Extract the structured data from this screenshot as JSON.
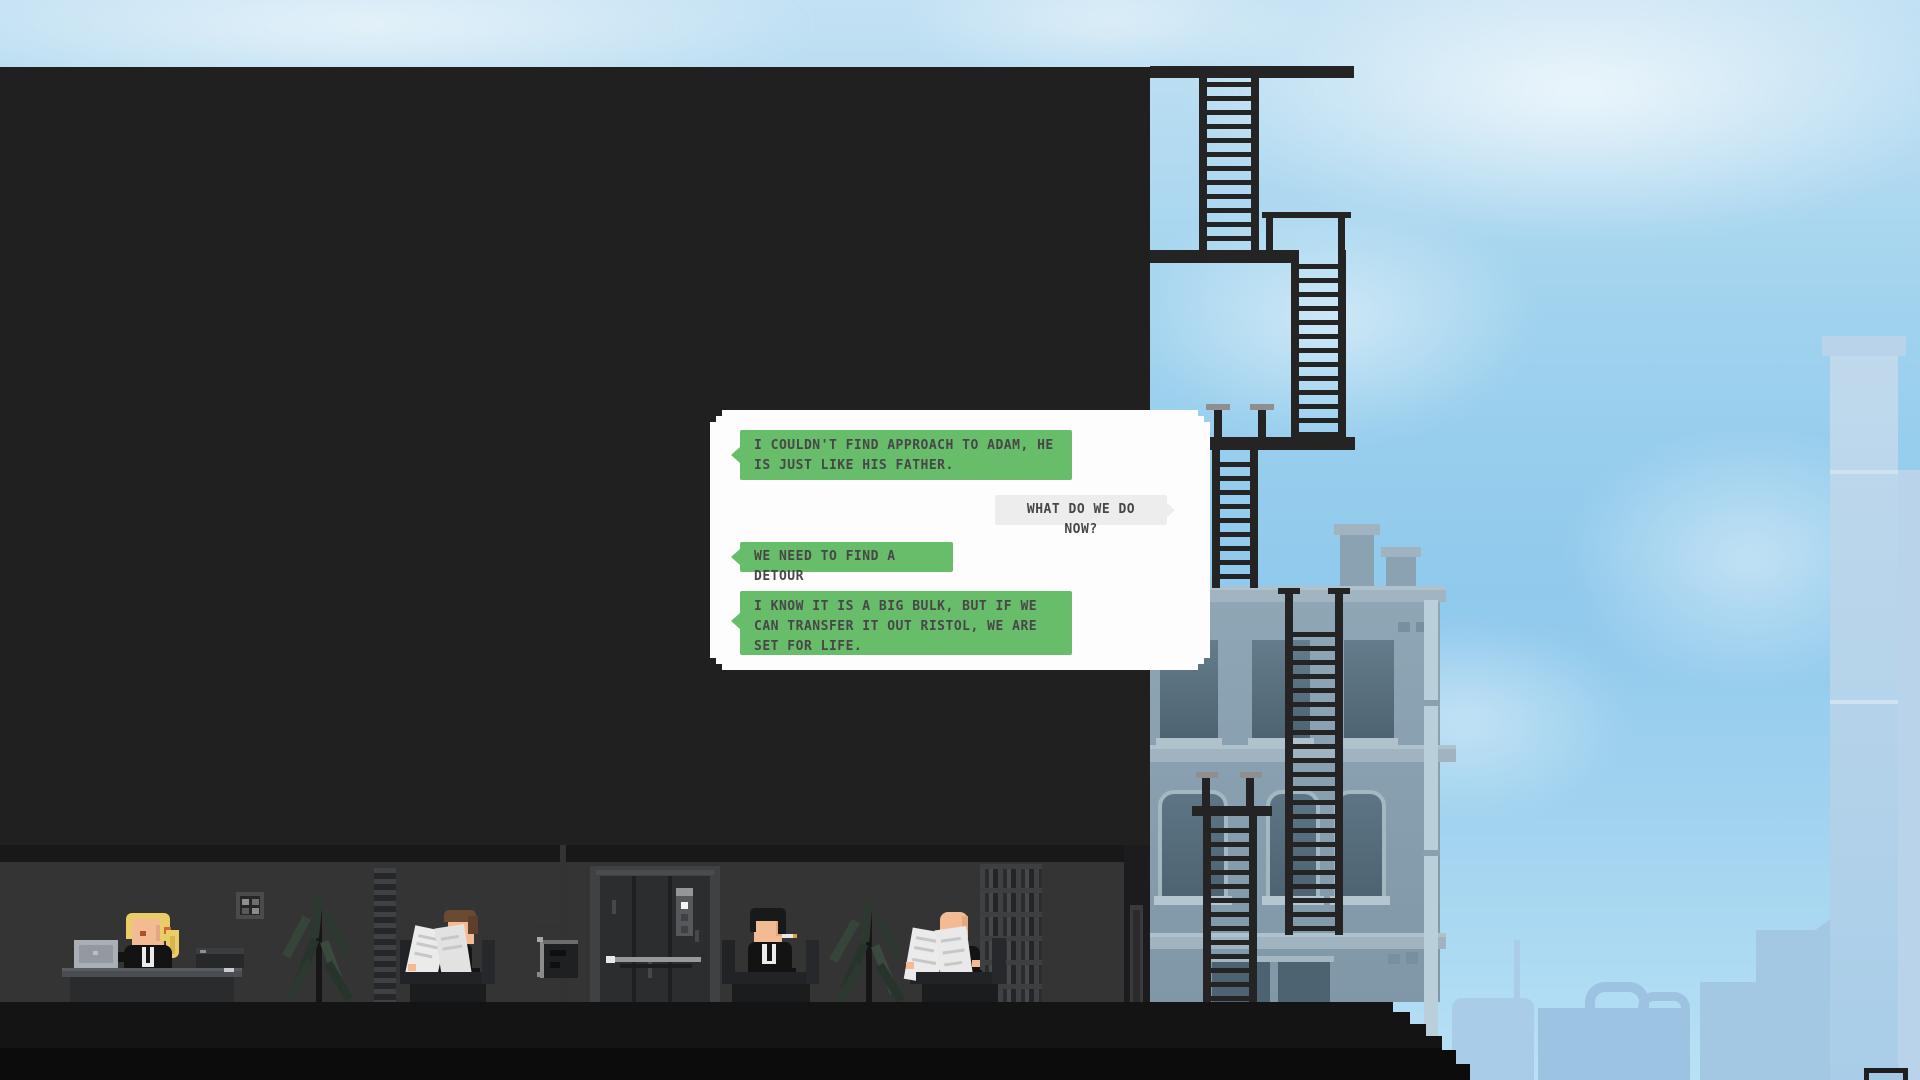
{
  "dialog": {
    "messages": [
      {
        "side": "left",
        "style": "green",
        "text": "I COULDN'T FIND APPROACH TO ADAM, HE IS JUST LIKE HIS FATHER."
      },
      {
        "side": "right",
        "style": "gray",
        "text": "WHAT DO WE DO NOW?"
      },
      {
        "side": "left",
        "style": "green",
        "text": "WE NEED TO FIND A DETOUR"
      },
      {
        "side": "left",
        "style": "green",
        "text": "I KNOW IT IS A BIG BULK, BUT IF WE CAN TRANSFER IT OUT RISTOL, WE ARE SET FOR LIFE."
      }
    ],
    "colors": {
      "bubble_green": "#68bd6b",
      "bubble_gray": "#ededed",
      "panel": "#fdfdfd",
      "text": "#474747"
    }
  },
  "icons": {
    "corner": "monitor-fullscreen-icon"
  }
}
